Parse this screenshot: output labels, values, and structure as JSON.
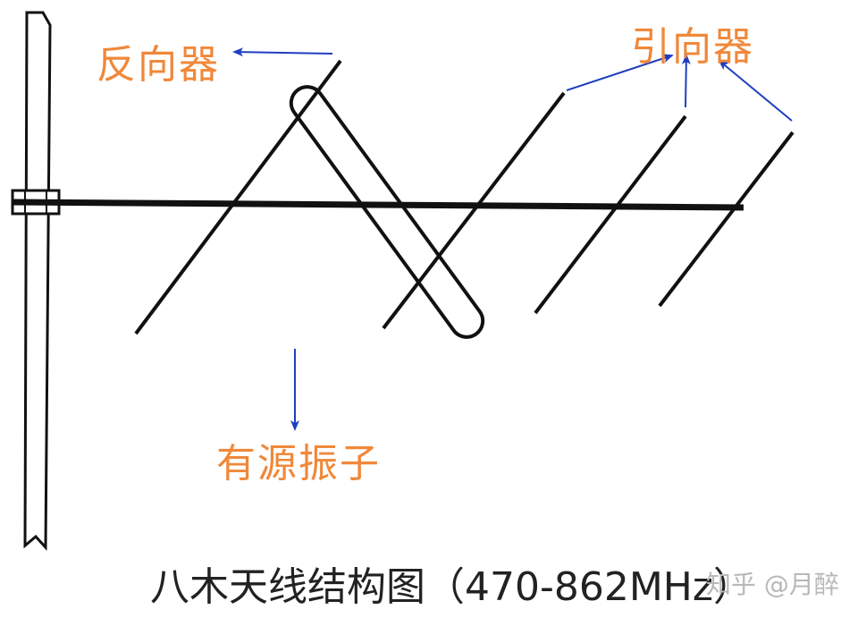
{
  "labels": {
    "reflector": "反向器",
    "director": "引向器",
    "driven_element": "有源振子"
  },
  "caption": "八木天线结构图（470-862MHz）",
  "watermark": "知乎 @月醉",
  "colors": {
    "label": "#f0883a",
    "arrow": "#1f3fbf",
    "structure": "#111111",
    "caption": "#222222"
  }
}
